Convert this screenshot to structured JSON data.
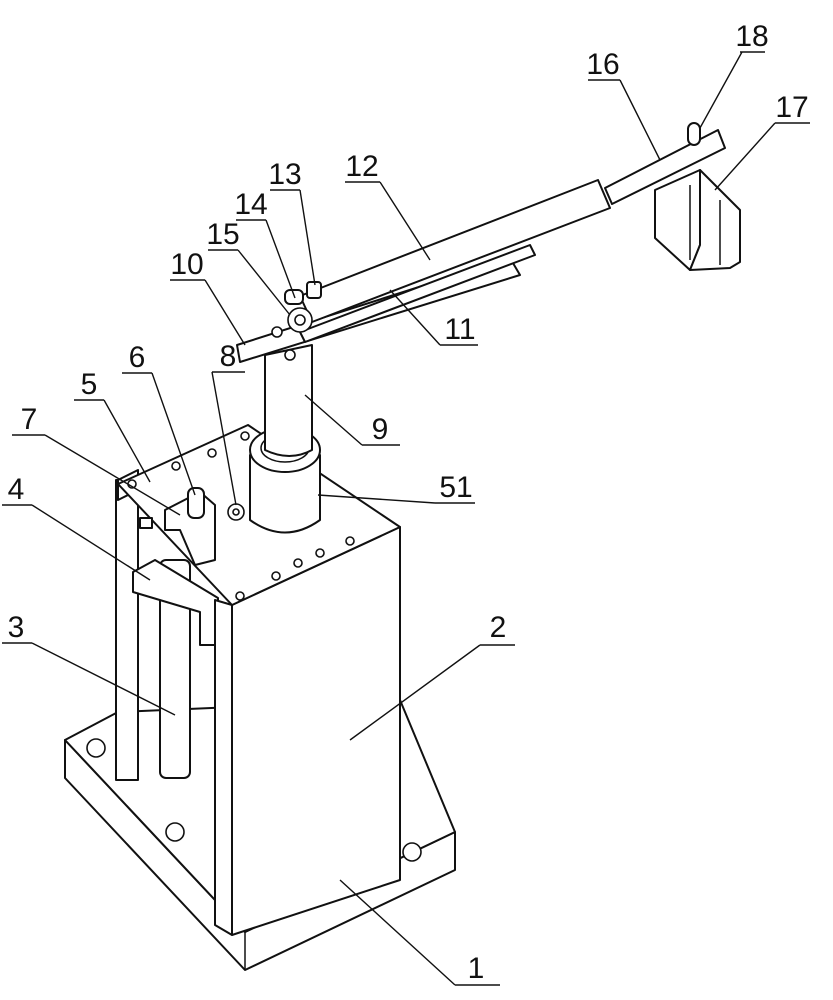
{
  "figure": {
    "type": "patent mechanical drawing",
    "labels": {
      "l1": "1",
      "l2": "2",
      "l3": "3",
      "l4": "4",
      "l5": "5",
      "l6": "6",
      "l7": "7",
      "l8": "8",
      "l9": "9",
      "l10": "10",
      "l11": "11",
      "l12": "12",
      "l13": "13",
      "l14": "14",
      "l15": "15",
      "l16": "16",
      "l17": "17",
      "l18": "18",
      "l51": "51"
    }
  }
}
